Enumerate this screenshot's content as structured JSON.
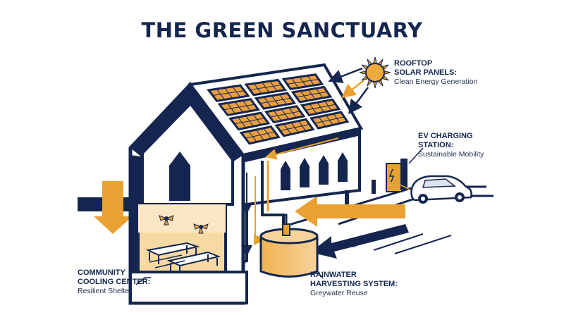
{
  "title": "THE GREEN SANCTUARY",
  "labels": {
    "solar": {
      "line1": "ROOFTOP",
      "line2": "SOLAR PANELS:",
      "sub": "Clean Energy Generation"
    },
    "ev": {
      "line1": "EV CHARGING",
      "line2": "STATION:",
      "sub": "Sustainable Mobility"
    },
    "cooling": {
      "line1": "COMMUNITY",
      "line2": "COOLING CENTER:",
      "sub": "Resilient Shelter"
    },
    "rain": {
      "line1": "RAINWATER",
      "line2": "HARVESTING SYSTEM:",
      "sub": "Greywater Reuse"
    }
  },
  "colors": {
    "navy": "#14264f",
    "orange": "#e9a132",
    "light": "#f7d9a4",
    "panel": "#eaa040"
  },
  "icons": [
    "sun-icon",
    "house-cutaway",
    "solar-panel-grid",
    "ev-charger",
    "car-icon",
    "water-tank",
    "fan-icon",
    "cot-icon"
  ]
}
